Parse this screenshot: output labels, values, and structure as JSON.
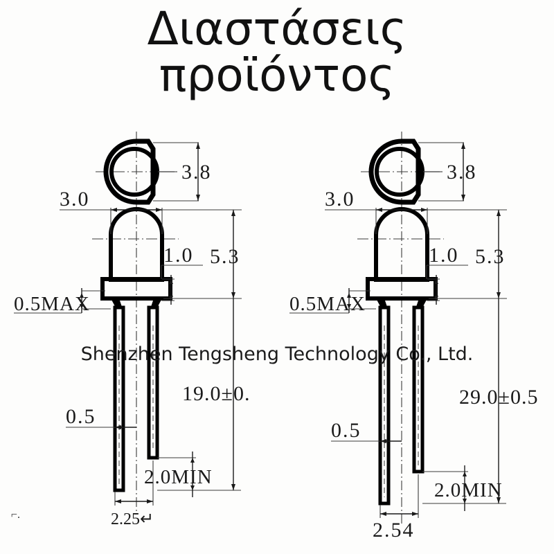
{
  "title": {
    "line1": "Διαστάσεις",
    "line2": "προϊόντος"
  },
  "watermark": "Shenzhen Tengsheng Technology Co., Ltd.",
  "corner_mark": "⌐.",
  "colors": {
    "background": "#fdfdfc",
    "ink": "#000000",
    "thin_line": "#3a3a3a",
    "text": "#1a1a1a"
  },
  "drawings": [
    {
      "id": "left",
      "name": "led-3mm-19mm-lead",
      "dimensions": {
        "top_view_diameter": "3.8",
        "body_width": "3.0",
        "flange_height": "1.0",
        "head_height": "5.3",
        "flange_edge": "0.5MAX",
        "lead_width": "0.5",
        "lead_length": "19.0±0.",
        "lead_straight_min": "2.0MIN",
        "lead_pitch": "2.25↵"
      }
    },
    {
      "id": "right",
      "name": "led-3mm-29mm-lead",
      "dimensions": {
        "top_view_diameter": "3.8",
        "body_width": "3.0",
        "flange_height": "1.0",
        "head_height": "5.3",
        "flange_edge": "0.5MAX",
        "lead_width": "0.5",
        "lead_length": "29.0±0.5",
        "lead_straight_min": "2.0MIN",
        "lead_pitch": "2.54"
      }
    }
  ]
}
